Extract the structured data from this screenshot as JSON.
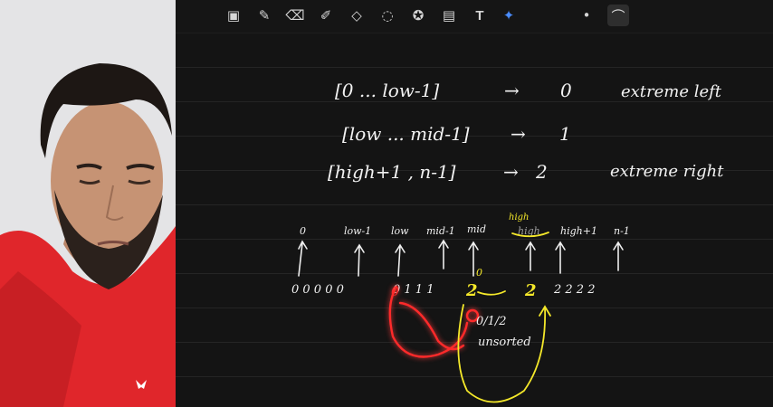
{
  "toolbar": {
    "tools": [
      {
        "name": "lasso-image-icon",
        "glyph": "▣"
      },
      {
        "name": "pen-icon",
        "glyph": "✎"
      },
      {
        "name": "eraser-icon",
        "glyph": "⌫"
      },
      {
        "name": "highlighter-icon",
        "glyph": "✐"
      },
      {
        "name": "shapes-icon",
        "glyph": "◇"
      },
      {
        "name": "lasso-icon",
        "glyph": "◌"
      },
      {
        "name": "sticker-icon",
        "glyph": "✪"
      },
      {
        "name": "image-icon",
        "glyph": "▤"
      },
      {
        "name": "text-icon",
        "glyph": "T"
      },
      {
        "name": "laser-pointer-icon",
        "glyph": "✦"
      },
      {
        "name": "color-dot-icon",
        "glyph": "•"
      },
      {
        "name": "stroke-width-icon",
        "glyph": "⌒"
      }
    ]
  },
  "notes": {
    "line1_range": "[0 ... low-1]",
    "line1_arrow": "→",
    "line1_value": "0",
    "line1_comment": "extreme left",
    "line2_range": "[low ... mid-1]",
    "line2_arrow": "→",
    "line2_value": "1",
    "line3_range": "[high+1 , n-1]",
    "line3_arrow": "→",
    "line3_value": "2",
    "line3_comment": "extreme right"
  },
  "diagram": {
    "labels": [
      "0",
      "low-1",
      "low",
      "mid-1",
      "mid",
      "high",
      "high+1",
      "n-1"
    ],
    "high_yellow": "high",
    "array_left": "0 0 0 0 0",
    "array_mid": "0 1 1 1",
    "array_two_yellow": "2",
    "array_two_yellow2": "2",
    "array_right": "2 2 2 2",
    "circled_zero": "0",
    "zero_above": "0",
    "unsorted_values": "0/1/2",
    "unsorted_label": "unsorted"
  },
  "colors": {
    "ink": "#f2f2f2",
    "highlight": "#f4e82a",
    "laser": "#ff2a2a"
  }
}
